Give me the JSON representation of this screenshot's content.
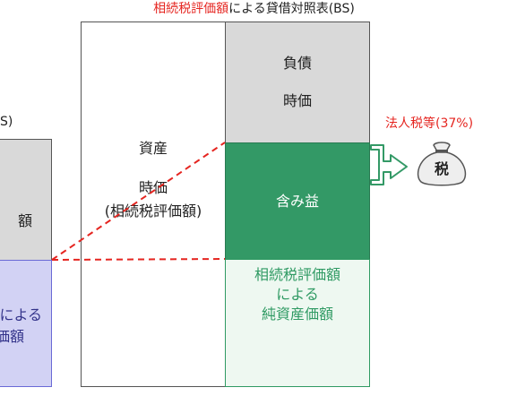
{
  "title": {
    "highlight": "相続税評価額",
    "rest": "による貸借対照表(BS)"
  },
  "left_bs": {
    "title_fragment": "S)",
    "upper_fragment": "額",
    "lower_line1": "による",
    "lower_line2": "価額"
  },
  "assets": {
    "line1": "資産",
    "line2": "時価",
    "line3": "(相続税評価額)"
  },
  "liabilities": {
    "line1": "負債",
    "line2": "時価"
  },
  "unrealized_gain": {
    "label": "含み益"
  },
  "net_assets": {
    "line1": "相続税評価額",
    "line2": "による",
    "line3": "純資産価額"
  },
  "tax": {
    "label": "法人税等(37%)",
    "bag_char": "税"
  },
  "colors": {
    "accent_red": "#e52520",
    "gain_green": "#339966",
    "net_assets_fill": "#eef8f1",
    "net_assets_text": "#2f9a63",
    "liability_gray": "#d9d9d9",
    "left_blue_fill": "#d2d2f4",
    "left_blue_border": "#6a6ad6",
    "left_blue_text": "#33338a"
  }
}
